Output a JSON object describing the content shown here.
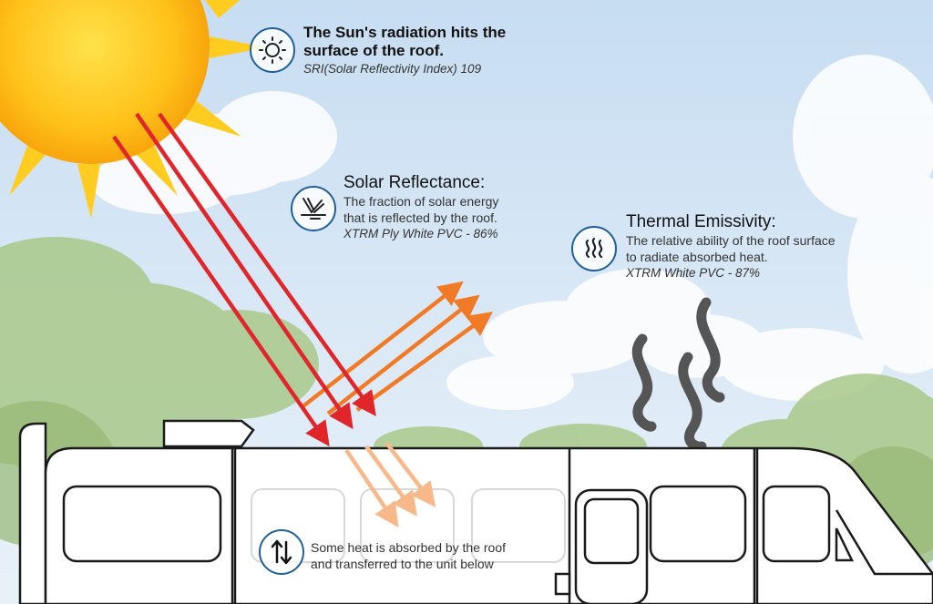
{
  "sun_radiation": {
    "icon": "sun-icon",
    "title_line1": "The Sun's radiation hits the",
    "title_line2": "surface of the roof.",
    "subtitle": "SRI(Solar Reflectivity Index) 109"
  },
  "solar_reflectance": {
    "icon": "reflectance-icon",
    "title": "Solar Reflectance:",
    "desc_line1": "The fraction of solar energy",
    "desc_line2": "that is reflected by the roof.",
    "product": "XTRM Ply White PVC - 86%"
  },
  "thermal_emissivity": {
    "icon": "heat-waves-icon",
    "title": "Thermal Emissivity:",
    "desc_line1": "The relative ability of the roof surface",
    "desc_line2": "to radiate absorbed heat.",
    "product": "XTRM White PVC - 87%"
  },
  "heat_absorbed": {
    "icon": "up-down-arrows-icon",
    "line1": "Some heat is absorbed by the roof",
    "line2": "and transferred to the unit below"
  },
  "colors": {
    "incoming_ray": "#e0262b",
    "reflected_ray": "#f07a25",
    "absorbed_ray": "#f7b98a",
    "icon_ring": "#1f5f9a",
    "heat_waves": "#555555"
  }
}
